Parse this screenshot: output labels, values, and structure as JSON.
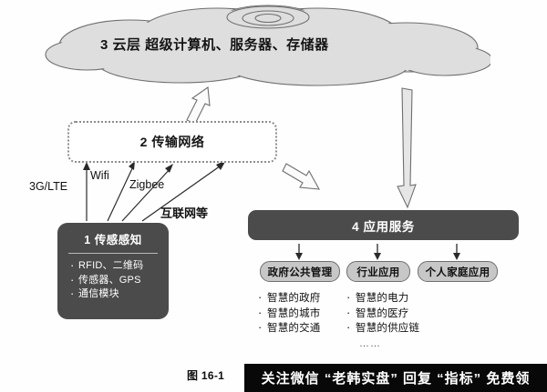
{
  "figure": {
    "caption": "图 16-1"
  },
  "cloud": {
    "label": "3 云层   超级计算机、服务器、存储器"
  },
  "transmission": {
    "label": "2 传输网络",
    "connections": [
      {
        "id": "3glte",
        "label": "3G/LTE"
      },
      {
        "id": "wifi",
        "label": "Wifi"
      },
      {
        "id": "zigbee",
        "label": "Zigbee"
      },
      {
        "id": "internet",
        "label": "互联网等"
      }
    ]
  },
  "sensing": {
    "title": "1 传感感知",
    "items": [
      "RFID、二维码",
      "传感器、GPS",
      "通信模块"
    ]
  },
  "application": {
    "title": "4 应用服务",
    "categories": [
      "政府公共管理",
      "行业应用",
      "个人家庭应用"
    ],
    "columns": [
      {
        "items": [
          "智慧的政府",
          "智慧的城市",
          "智慧的交通"
        ],
        "more": ""
      },
      {
        "items": [
          "智慧的电力",
          "智慧的医疗",
          "智慧的供应链"
        ],
        "more": "……"
      }
    ]
  },
  "watermark": {
    "text": "关注微信 “老韩实盘” 回复 “指标” 免费领"
  },
  "colors": {
    "dark_box": "#4b4b4b",
    "pill_fill": "#c7c7c7",
    "cloud_fill": "#dedede",
    "stroke": "#6f6f6f",
    "watermark_bg": "#080808"
  }
}
